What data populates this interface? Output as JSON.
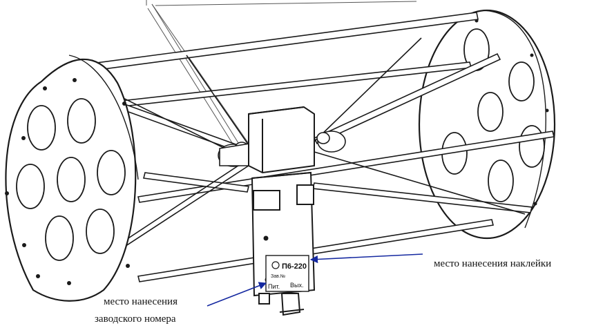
{
  "callouts": {
    "sticker": "место нанесения наклейки",
    "serial_line1": "место нанесения",
    "serial_line2": "заводского номера"
  },
  "nameplate": {
    "model": "П6-220",
    "serial_prefix": "Зав.№",
    "power_label": "Пит.",
    "output_label": "Вых."
  },
  "colors": {
    "outline": "#1a1a1a",
    "callout_arrow": "#1428a0"
  }
}
